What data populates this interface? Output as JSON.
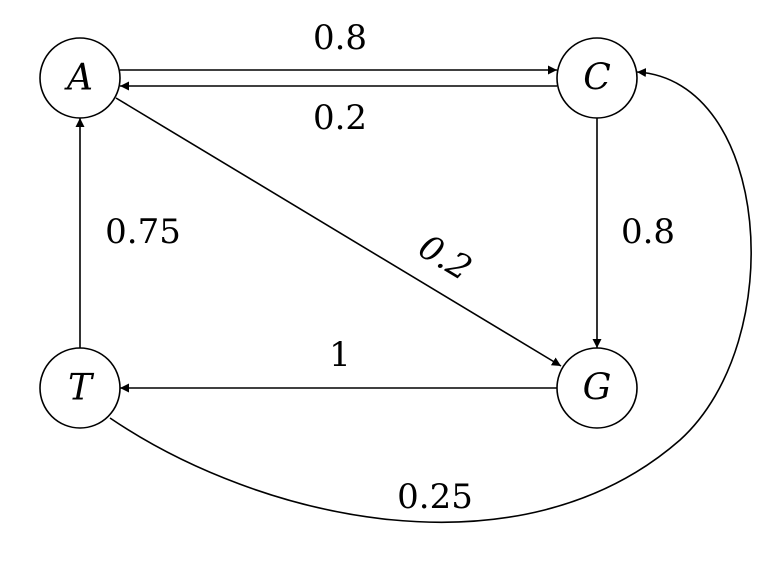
{
  "nodes": {
    "A": "A",
    "C": "C",
    "T": "T",
    "G": "G"
  },
  "edges": {
    "A_C": "0.8",
    "C_A": "0.2",
    "A_G": "0.2",
    "C_G": "0.8",
    "G_T": "1",
    "T_A": "0.75",
    "T_C": "0.25"
  }
}
